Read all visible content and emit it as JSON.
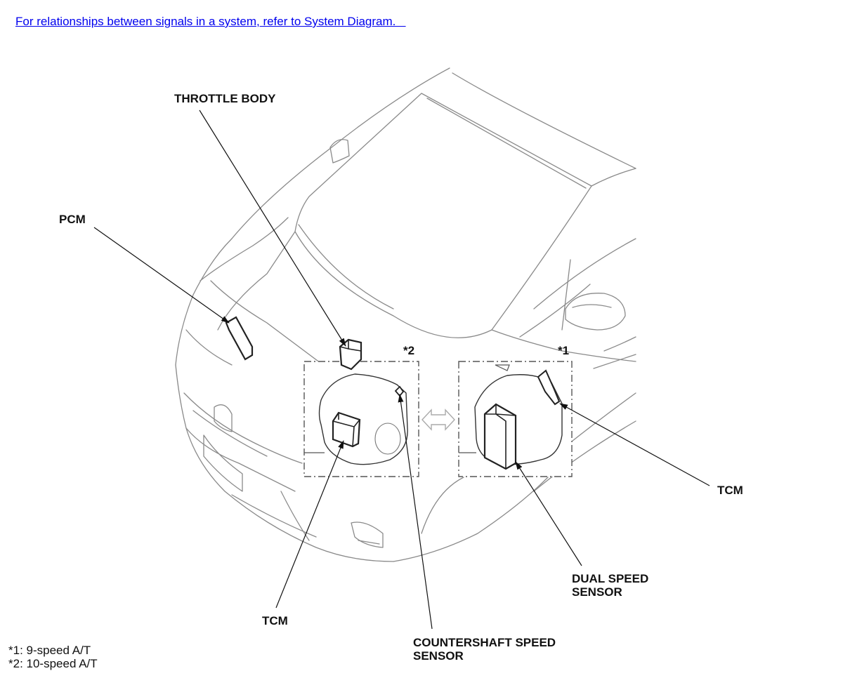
{
  "header": {
    "reference_link": "For relationships between signals in a system, refer to System Diagram.   "
  },
  "callouts": {
    "throttle_body": "THROTTLE BODY",
    "pcm": "PCM",
    "marker_2": "*2",
    "marker_1": "*1",
    "tcm_right": "TCM",
    "tcm_bottom": "TCM",
    "dual_speed_sensor": [
      "DUAL SPEED",
      "SENSOR"
    ],
    "countershaft_speed_sensor": [
      "COUNTERSHAFT SPEED",
      "SENSOR"
    ]
  },
  "footnotes": [
    "*1: 9-speed A/T",
    "*2: 10-speed A/T"
  ]
}
